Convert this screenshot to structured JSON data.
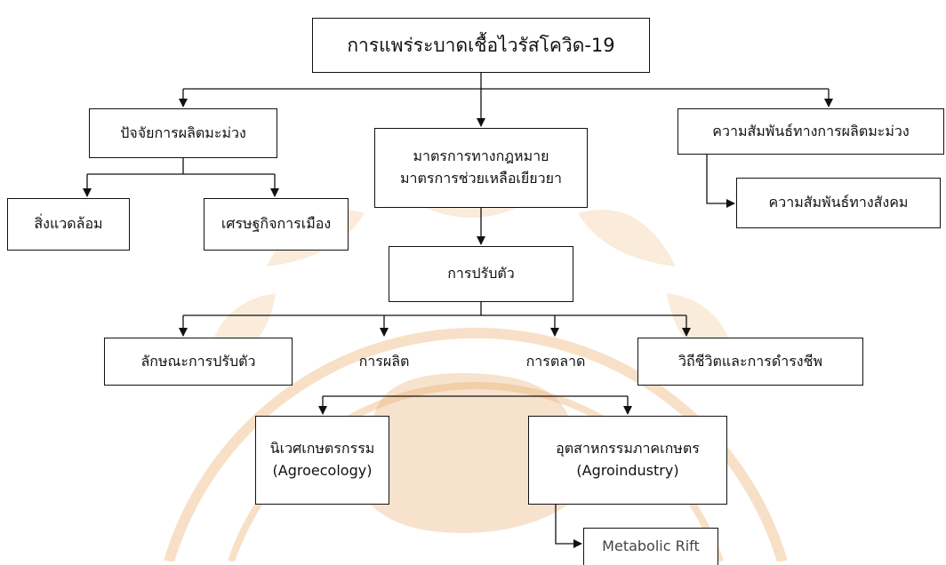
{
  "diagram": {
    "root": "การแพร่ระบาดเชื้อไวรัสโควิด-19",
    "factors": "ปัจจัยการผลิตมะม่วง",
    "environment": "สิ่งแวดล้อม",
    "political_economy": "เศรษฐกิจการเมือง",
    "measures": {
      "line1": "มาตรการทางกฎหมาย",
      "line2": "มาตรการช่วยเหลือเยียวยา"
    },
    "relations": "ความสัมพันธ์ทางการผลิตมะม่วง",
    "social_relations": "ความสัมพันธ์ทางสังคม",
    "adaptation": "การปรับตัว",
    "adaptation_type": "ลักษณะการปรับตัว",
    "production": "การผลิต",
    "marketing": "การตลาด",
    "livelihood": "วิถีชีวิตและการดำรงชีพ",
    "agroecology": {
      "line1": "นิเวศเกษตรกรรม",
      "line2": "(Agroecology)"
    },
    "agroindustry": {
      "line1": "อุตสาหกรรมภาคเกษตร",
      "line2": "(Agroindustry)"
    },
    "metabolic_rift": "Metabolic Rift"
  },
  "colors": {
    "line": "#111111",
    "watermark": "#f3c79a",
    "watermark_dark": "#e8ad74"
  }
}
